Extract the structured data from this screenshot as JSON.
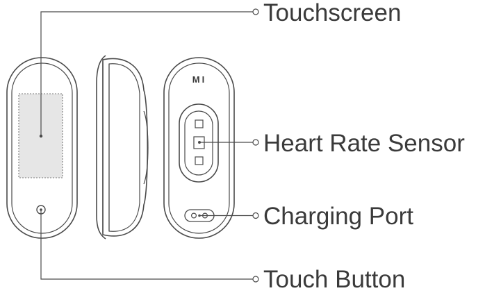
{
  "labels": {
    "touchscreen": "Touchscreen",
    "heart_rate_sensor": "Heart Rate Sensor",
    "charging_port": "Charging Port",
    "touch_button": "Touch Button"
  },
  "logo_text": "MI",
  "colors": {
    "line": "#4a4a4a",
    "text": "#3a3a3a",
    "screen_fill": "#e6e6e6",
    "background": "#ffffff"
  }
}
